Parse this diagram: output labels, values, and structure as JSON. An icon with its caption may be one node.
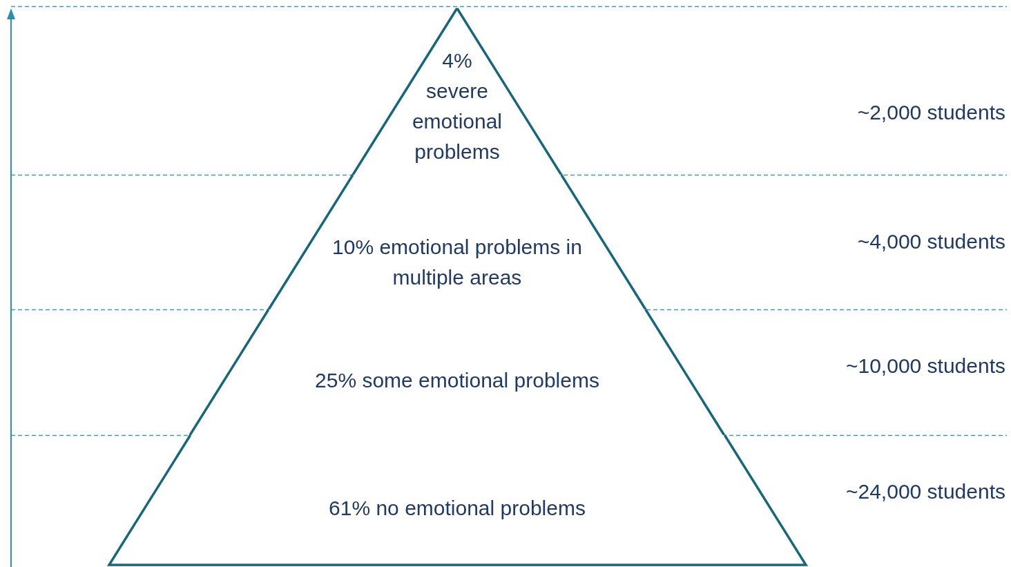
{
  "diagram": {
    "nodes": [
      {
        "text": [
          "4% severe emotional problems"
        ]
      },
      {
        "text": [
          "10% emotional problems in multiple areas"
        ]
      },
      {
        "text": [
          "25% some emotional problems"
        ]
      },
      {
        "text": [
          "61% no emotional problems"
        ]
      }
    ],
    "labels": [
      "~2,000 students",
      "~4,000 students",
      "~10,000 students",
      "~24,000 students"
    ]
  }
}
